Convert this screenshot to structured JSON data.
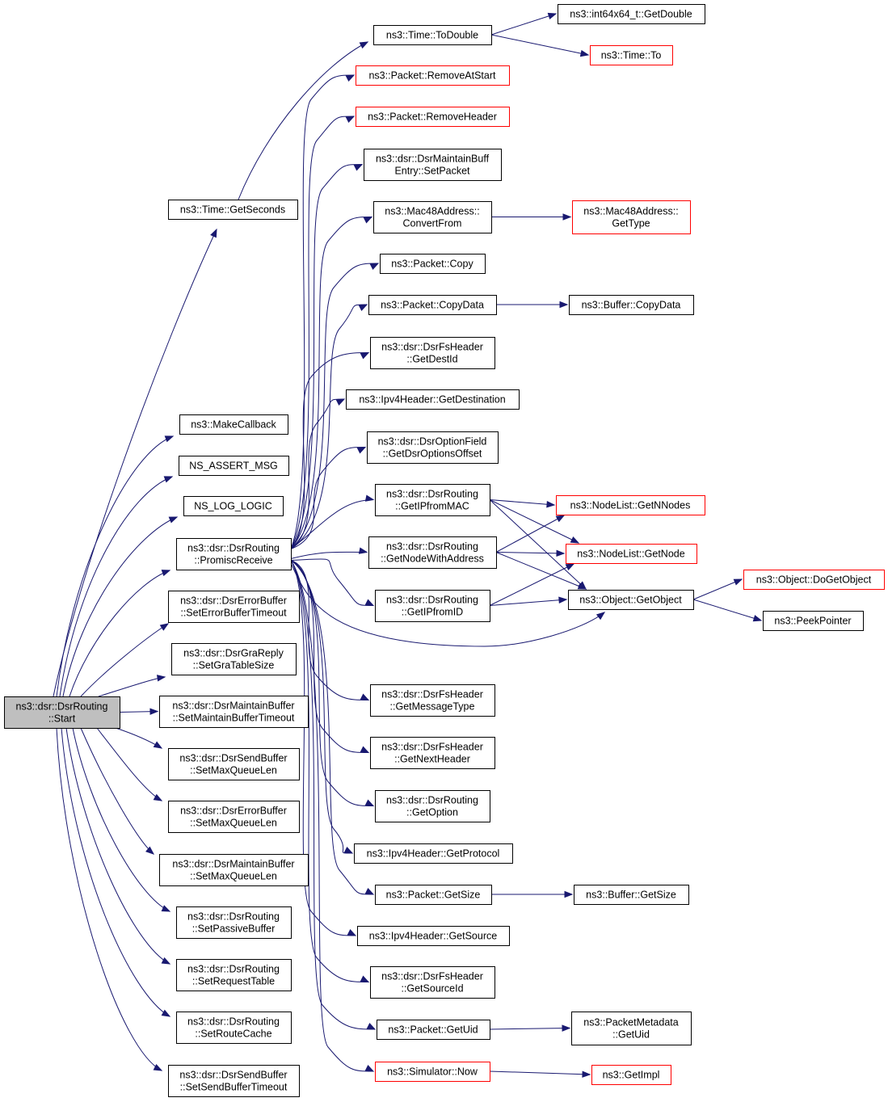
{
  "colors": {
    "edge": "#191970",
    "truncated_border": "#ff0000",
    "root_fill": "#bfbfbf"
  },
  "nodes": [
    {
      "id": "start",
      "lines": [
        "ns3::dsr::DsrRouting",
        "::Start"
      ]
    },
    {
      "id": "getseconds",
      "lines": [
        "ns3::Time::GetSeconds"
      ]
    },
    {
      "id": "makecallback",
      "lines": [
        "ns3::MakeCallback"
      ]
    },
    {
      "id": "assertmsg",
      "lines": [
        "NS_ASSERT_MSG"
      ]
    },
    {
      "id": "loglogic",
      "lines": [
        "NS_LOG_LOGIC"
      ]
    },
    {
      "id": "promisc",
      "lines": [
        "ns3::dsr::DsrRouting",
        "::PromiscReceive"
      ]
    },
    {
      "id": "seterrtimeout",
      "lines": [
        "ns3::dsr::DsrErrorBuffer",
        "::SetErrorBufferTimeout"
      ]
    },
    {
      "id": "setgratable",
      "lines": [
        "ns3::dsr::DsrGraReply",
        "::SetGraTableSize"
      ]
    },
    {
      "id": "setmainttimeout",
      "lines": [
        "ns3::dsr::DsrMaintainBuffer",
        "::SetMaintainBufferTimeout"
      ]
    },
    {
      "id": "sendmaxq",
      "lines": [
        "ns3::dsr::DsrSendBuffer",
        "::SetMaxQueueLen"
      ]
    },
    {
      "id": "errmaxq",
      "lines": [
        "ns3::dsr::DsrErrorBuffer",
        "::SetMaxQueueLen"
      ]
    },
    {
      "id": "maintmaxq",
      "lines": [
        "ns3::dsr::DsrMaintainBuffer",
        "::SetMaxQueueLen"
      ]
    },
    {
      "id": "setpassive",
      "lines": [
        "ns3::dsr::DsrRouting",
        "::SetPassiveBuffer"
      ]
    },
    {
      "id": "setreqtable",
      "lines": [
        "ns3::dsr::DsrRouting",
        "::SetRequestTable"
      ]
    },
    {
      "id": "setroutecache",
      "lines": [
        "ns3::dsr::DsrRouting",
        "::SetRouteCache"
      ]
    },
    {
      "id": "setsendtimeout",
      "lines": [
        "ns3::dsr::DsrSendBuffer",
        "::SetSendBufferTimeout"
      ]
    },
    {
      "id": "todouble",
      "lines": [
        "ns3::Time::ToDouble"
      ]
    },
    {
      "id": "removeatstart",
      "lines": [
        "ns3::Packet::RemoveAtStart"
      ],
      "truncated": true
    },
    {
      "id": "removeheader",
      "lines": [
        "ns3::Packet::RemoveHeader"
      ],
      "truncated": true
    },
    {
      "id": "setpacket",
      "lines": [
        "ns3::dsr::DsrMaintainBuff",
        "Entry::SetPacket"
      ]
    },
    {
      "id": "convertfrom",
      "lines": [
        "ns3::Mac48Address::",
        "ConvertFrom"
      ]
    },
    {
      "id": "pcopy",
      "lines": [
        "ns3::Packet::Copy"
      ]
    },
    {
      "id": "pcopydata",
      "lines": [
        "ns3::Packet::CopyData"
      ]
    },
    {
      "id": "getdestid",
      "lines": [
        "ns3::dsr::DsrFsHeader",
        "::GetDestId"
      ]
    },
    {
      "id": "getdestination",
      "lines": [
        "ns3::Ipv4Header::GetDestination"
      ]
    },
    {
      "id": "getdsroffset",
      "lines": [
        "ns3::dsr::DsrOptionField",
        "::GetDsrOptionsOffset"
      ]
    },
    {
      "id": "getipfrommac",
      "lines": [
        "ns3::dsr::DsrRouting",
        "::GetIPfromMAC"
      ]
    },
    {
      "id": "getnodewithaddr",
      "lines": [
        "ns3::dsr::DsrRouting",
        "::GetNodeWithAddress"
      ]
    },
    {
      "id": "getipfromid",
      "lines": [
        "ns3::dsr::DsrRouting",
        "::GetIPfromID"
      ]
    },
    {
      "id": "getmsgtype",
      "lines": [
        "ns3::dsr::DsrFsHeader",
        "::GetMessageType"
      ]
    },
    {
      "id": "getnexthdr",
      "lines": [
        "ns3::dsr::DsrFsHeader",
        "::GetNextHeader"
      ]
    },
    {
      "id": "getoption",
      "lines": [
        "ns3::dsr::DsrRouting",
        "::GetOption"
      ]
    },
    {
      "id": "getprotocol",
      "lines": [
        "ns3::Ipv4Header::GetProtocol"
      ]
    },
    {
      "id": "pgetsize",
      "lines": [
        "ns3::Packet::GetSize"
      ]
    },
    {
      "id": "getsource",
      "lines": [
        "ns3::Ipv4Header::GetSource"
      ]
    },
    {
      "id": "getsourceid",
      "lines": [
        "ns3::dsr::DsrFsHeader",
        "::GetSourceId"
      ]
    },
    {
      "id": "pgetuid",
      "lines": [
        "ns3::Packet::GetUid"
      ]
    },
    {
      "id": "simnow",
      "lines": [
        "ns3::Simulator::Now"
      ],
      "truncated": true
    },
    {
      "id": "int64getdouble",
      "lines": [
        "ns3::int64x64_t::GetDouble"
      ]
    },
    {
      "id": "timeto",
      "lines": [
        "ns3::Time::To"
      ],
      "truncated": true
    },
    {
      "id": "macgettype",
      "lines": [
        "ns3::Mac48Address::",
        "GetType"
      ],
      "truncated": true
    },
    {
      "id": "bufcopydata",
      "lines": [
        "ns3::Buffer::CopyData"
      ]
    },
    {
      "id": "getnnodes",
      "lines": [
        "ns3::NodeList::GetNNodes"
      ],
      "truncated": true
    },
    {
      "id": "getnode",
      "lines": [
        "ns3::NodeList::GetNode"
      ],
      "truncated": true
    },
    {
      "id": "getobject",
      "lines": [
        "ns3::Object::GetObject"
      ]
    },
    {
      "id": "bufgetsize",
      "lines": [
        "ns3::Buffer::GetSize"
      ]
    },
    {
      "id": "metagetuid",
      "lines": [
        "ns3::PacketMetadata",
        "::GetUid"
      ]
    },
    {
      "id": "getimpl",
      "lines": [
        "ns3::GetImpl"
      ],
      "truncated": true
    },
    {
      "id": "dogetobject",
      "lines": [
        "ns3::Object::DoGetObject"
      ],
      "truncated": true
    },
    {
      "id": "peekpointer",
      "lines": [
        "ns3::PeekPointer"
      ]
    }
  ],
  "edges": [
    [
      "start",
      "getseconds"
    ],
    [
      "start",
      "makecallback"
    ],
    [
      "start",
      "assertmsg"
    ],
    [
      "start",
      "loglogic"
    ],
    [
      "start",
      "promisc"
    ],
    [
      "start",
      "seterrtimeout"
    ],
    [
      "start",
      "setgratable"
    ],
    [
      "start",
      "setmainttimeout"
    ],
    [
      "start",
      "sendmaxq"
    ],
    [
      "start",
      "errmaxq"
    ],
    [
      "start",
      "maintmaxq"
    ],
    [
      "start",
      "setpassive"
    ],
    [
      "start",
      "setreqtable"
    ],
    [
      "start",
      "setroutecache"
    ],
    [
      "start",
      "setsendtimeout"
    ],
    [
      "getseconds",
      "todouble"
    ],
    [
      "todouble",
      "int64getdouble"
    ],
    [
      "todouble",
      "timeto"
    ],
    [
      "promisc",
      "removeatstart"
    ],
    [
      "promisc",
      "removeheader"
    ],
    [
      "promisc",
      "setpacket"
    ],
    [
      "promisc",
      "convertfrom"
    ],
    [
      "promisc",
      "pcopy"
    ],
    [
      "promisc",
      "pcopydata"
    ],
    [
      "promisc",
      "getdestid"
    ],
    [
      "promisc",
      "getdestination"
    ],
    [
      "promisc",
      "getdsroffset"
    ],
    [
      "promisc",
      "getipfrommac"
    ],
    [
      "promisc",
      "getnodewithaddr"
    ],
    [
      "promisc",
      "getipfromid"
    ],
    [
      "promisc",
      "getobject"
    ],
    [
      "promisc",
      "getmsgtype"
    ],
    [
      "promisc",
      "getnexthdr"
    ],
    [
      "promisc",
      "getoption"
    ],
    [
      "promisc",
      "getprotocol"
    ],
    [
      "promisc",
      "pgetsize"
    ],
    [
      "promisc",
      "getsource"
    ],
    [
      "promisc",
      "getsourceid"
    ],
    [
      "promisc",
      "pgetuid"
    ],
    [
      "promisc",
      "simnow"
    ],
    [
      "convertfrom",
      "macgettype"
    ],
    [
      "pcopydata",
      "bufcopydata"
    ],
    [
      "getipfrommac",
      "getnnodes"
    ],
    [
      "getipfrommac",
      "getnode"
    ],
    [
      "getipfrommac",
      "getobject"
    ],
    [
      "getnodewithaddr",
      "getnnodes"
    ],
    [
      "getnodewithaddr",
      "getnode"
    ],
    [
      "getnodewithaddr",
      "getobject"
    ],
    [
      "getipfromid",
      "getnode"
    ],
    [
      "getipfromid",
      "getobject"
    ],
    [
      "getobject",
      "dogetobject"
    ],
    [
      "getobject",
      "peekpointer"
    ],
    [
      "pgetsize",
      "bufgetsize"
    ],
    [
      "pgetuid",
      "metagetuid"
    ],
    [
      "simnow",
      "getimpl"
    ]
  ]
}
